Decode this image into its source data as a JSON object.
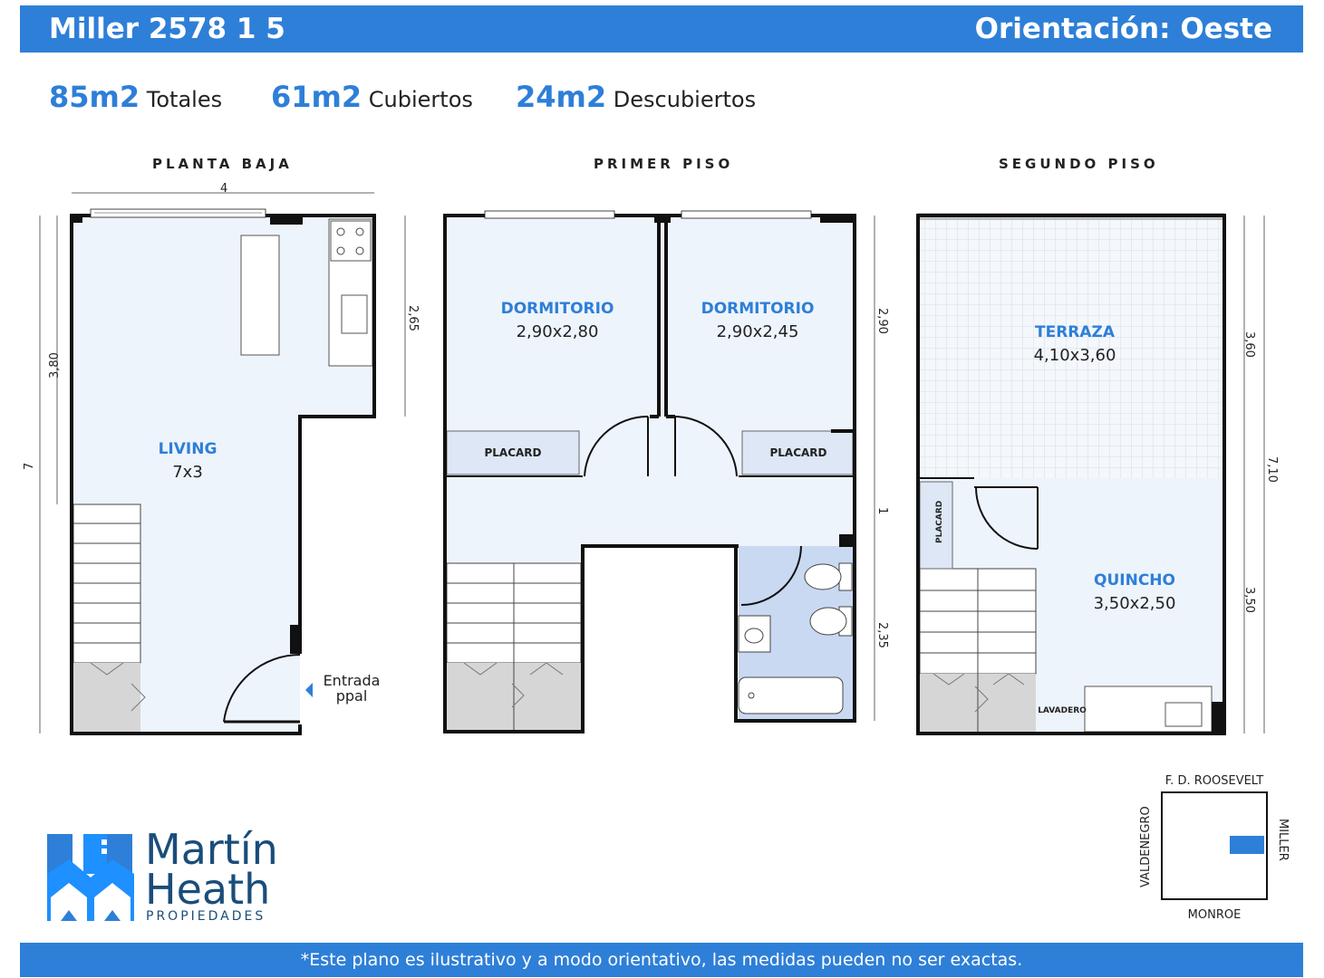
{
  "header": {
    "title": "Miller 2578 1 5",
    "orientation": "Orientación: Oeste"
  },
  "areas": [
    {
      "value": "85m2",
      "label": "Totales"
    },
    {
      "value": "61m2",
      "label": "Cubiertos"
    },
    {
      "value": "24m2",
      "label": "Descubiertos"
    }
  ],
  "sections": {
    "ground": "PLANTA BAJA",
    "first": "PRIMER PISO",
    "second": "SEGUNDO PISO"
  },
  "rooms": {
    "living": {
      "name": "LIVING",
      "dims": "7x3"
    },
    "dorm1": {
      "name": "DORMITORIO",
      "dims": "2,90x2,80"
    },
    "dorm2": {
      "name": "DORMITORIO",
      "dims": "2,90x2,45"
    },
    "terraza": {
      "name": "TERRAZA",
      "dims": "4,10x3,60"
    },
    "quincho": {
      "name": "QUINCHO",
      "dims": "3,50x2,50"
    }
  },
  "labels": {
    "placard": "PLACARD",
    "lavadero": "LAVADERO",
    "entrada1": "Entrada",
    "entrada2": "ppal"
  },
  "dimensions": {
    "ground_width": "4",
    "ground_height_total": "7",
    "ground_left": "3,80",
    "ground_right": "2,65",
    "first_top": "2,90",
    "first_mid": "1",
    "first_bottom": "2,35",
    "second_top": "3,60",
    "second_total": "7,10",
    "second_bottom": "3,50"
  },
  "streets": {
    "north": "F. D. ROOSEVELT",
    "south": "MONROE",
    "west": "VALDENEGRO",
    "east": "MILLER"
  },
  "logo": {
    "line1": "Martín",
    "line2": "Heath",
    "line3": "PROPIEDADES"
  },
  "footer": "*Este plano es ilustrativo y a modo orientativo, las medidas pueden no ser exactas.",
  "colors": {
    "brand_blue": "#2e7fd8",
    "room_fill": "#eef4fb",
    "bath_fill": "#c9d9f2",
    "stair_gray": "#d6d6d6"
  }
}
